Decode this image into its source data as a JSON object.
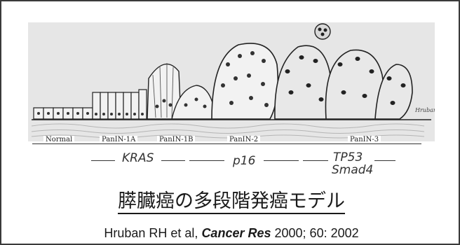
{
  "stages": {
    "normal": "Normal",
    "panin_1a": "PanIN-1A",
    "panin_1b": "PanIN-1B",
    "panin_2": "PanIN-2",
    "panin_3": "PanIN-3"
  },
  "genes": {
    "kras": "KRAS",
    "p16": "p16",
    "tp53": "TP53",
    "smad4": "Smad4"
  },
  "artist_signature": "Hruban",
  "title": "膵臓癌の多段階発癌モデル",
  "citation": {
    "authors": "Hruban RH et al,",
    "journal": "Cancer Res",
    "details": "2000; 60: 2002"
  }
}
